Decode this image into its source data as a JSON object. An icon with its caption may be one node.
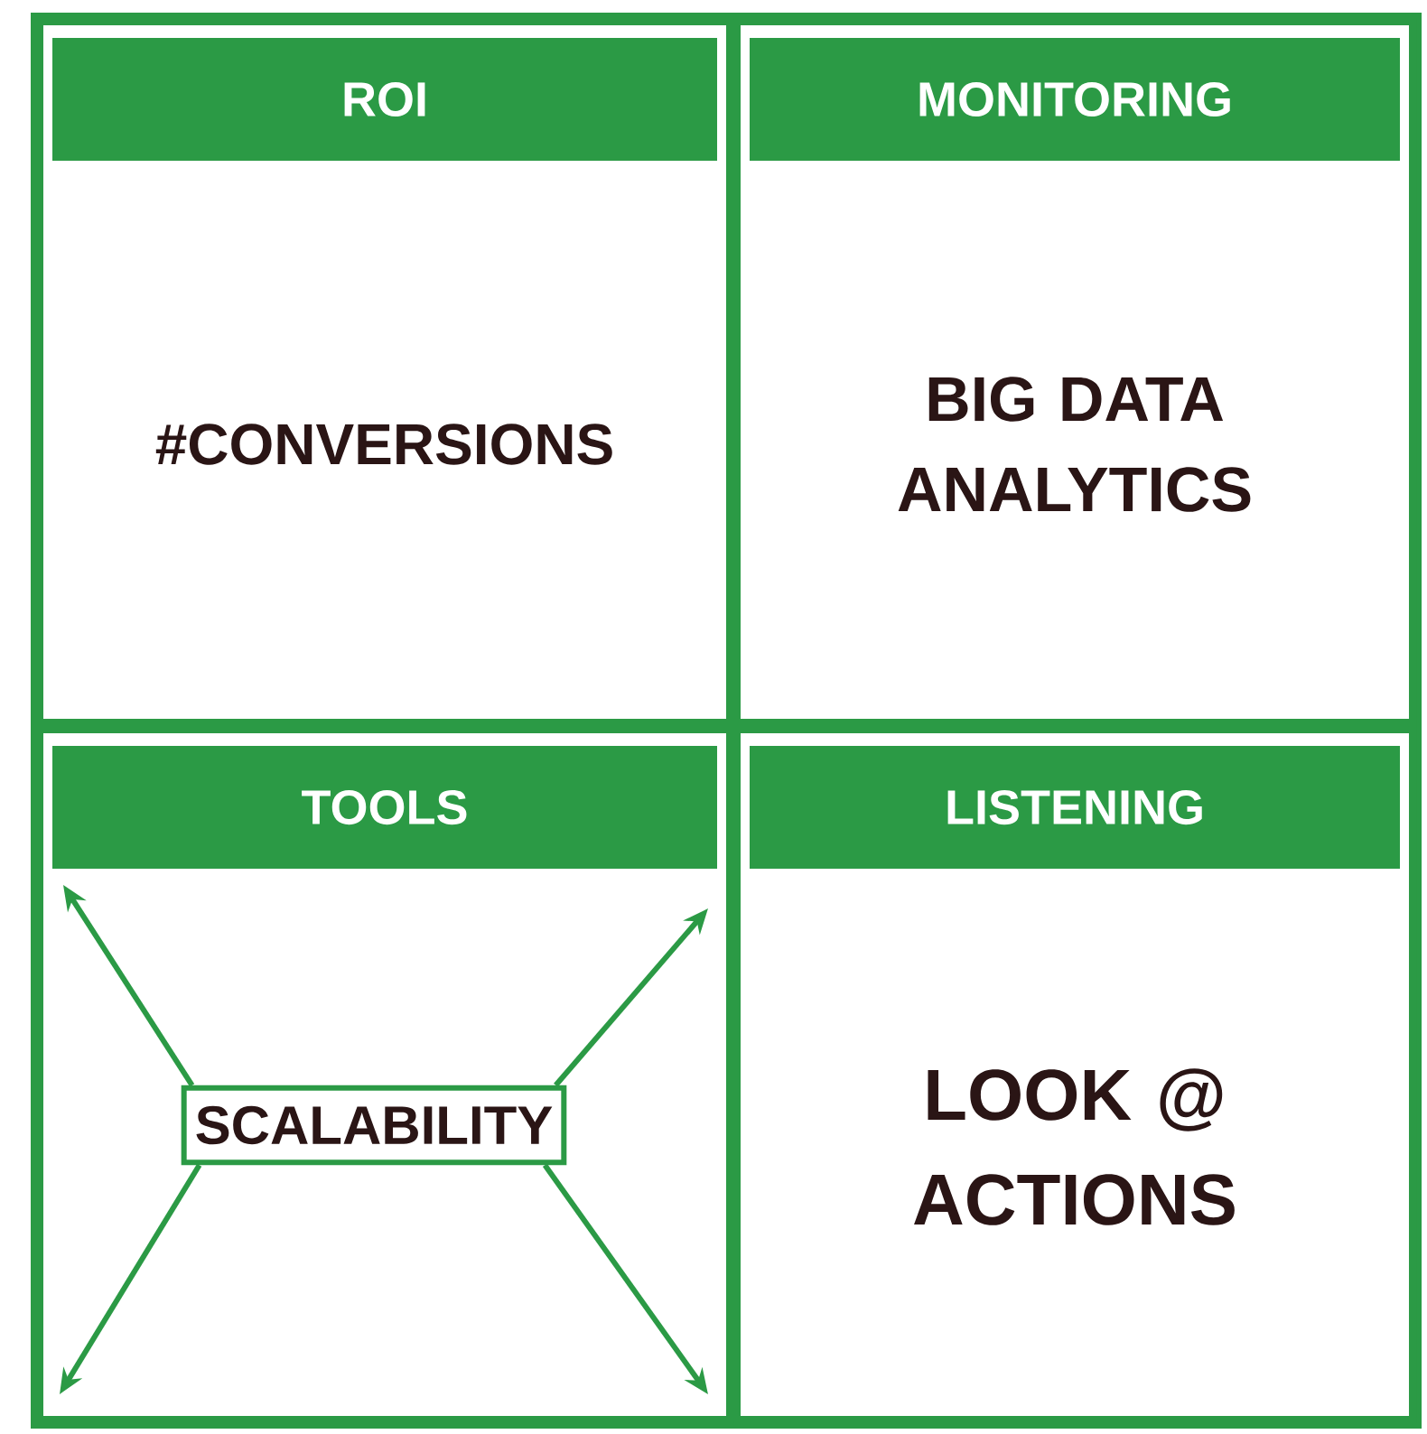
{
  "diagram": {
    "nodes": [
      {
        "text": [
          "ROI",
          "#CONVERSIONS"
        ]
      },
      {
        "text": [
          "MONITORING",
          "BIG DATA ANALYTICS"
        ]
      },
      {
        "text": [
          "TOOLS"
        ]
      },
      {
        "text": [
          "SCALABILITY"
        ],
        "in": 2
      },
      {
        "text": [
          "LISTENING",
          "LOOK @ ACTIONS"
        ]
      }
    ],
    "edges": [
      {
        "from": 3,
        "to": null,
        "arrow": "to"
      },
      {
        "from": 3,
        "to": null,
        "arrow": "to"
      },
      {
        "from": 3,
        "to": null,
        "arrow": "to"
      },
      {
        "from": 3,
        "to": null,
        "arrow": "to"
      }
    ]
  }
}
